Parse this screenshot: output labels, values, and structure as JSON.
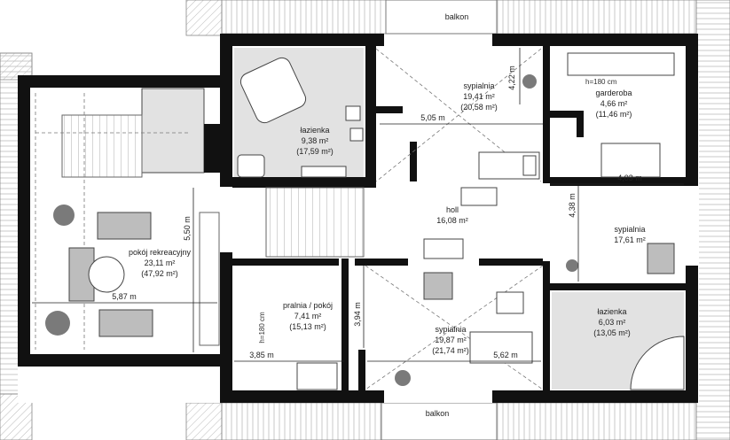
{
  "plan": {
    "balcony_top": "balkon",
    "balcony_bottom": "balkon",
    "rooms": {
      "recreation": {
        "name": "pokój rekreacyjny",
        "area": "23,11 m²",
        "area_total": "(47,92 m²)"
      },
      "bath_top": {
        "name": "łazienka",
        "area": "9,38 m²",
        "area_total": "(17,59 m²)"
      },
      "bed_top": {
        "name": "sypialnia",
        "area": "19,41 m²",
        "area_total": "(20,58 m²)"
      },
      "wardrobe": {
        "name": "garderoba",
        "area": "4,66 m²",
        "area_total": "(11,46 m²)"
      },
      "hall": {
        "name": "holl",
        "area": "16,08 m²"
      },
      "bed_right": {
        "name": "sypialnia",
        "area": "17,61 m²"
      },
      "laundry": {
        "name": "pralnia / pokój",
        "area": "7,41 m²",
        "area_total": "(15,13 m²)"
      },
      "bed_bottom": {
        "name": "sypialnia",
        "area": "19,87 m²",
        "area_total": "(21,74 m²)"
      },
      "bath_bottom": {
        "name": "łazienka",
        "area": "6,03 m²",
        "area_total": "(13,05 m²)"
      }
    },
    "dimensions": {
      "d_587": "5,87 m",
      "d_550": "5,50 m",
      "d_505": "5,05 m",
      "d_422": "4,22 m",
      "d_403": "4,03 m",
      "d_438": "4,38 m",
      "d_385": "3,85 m",
      "d_394": "3,94 m",
      "d_562": "5,62 m"
    },
    "heights": {
      "h_wardrobe": "h=180 cm",
      "h_laundry": "h=180 cm"
    }
  }
}
